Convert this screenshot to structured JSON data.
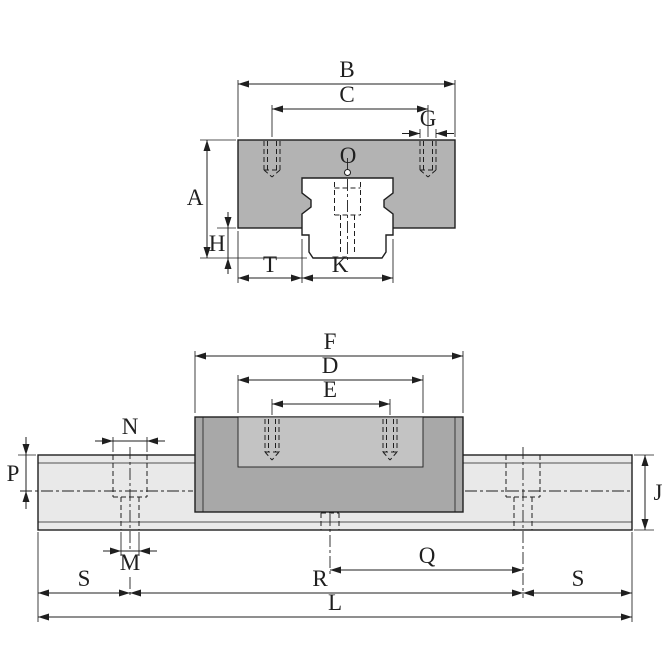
{
  "colors": {
    "line": "#1f1f1f",
    "background": "#ffffff",
    "block_fill": "#b3b3b3",
    "cavity_fill": "#ffffff",
    "rail_fill": "#e9e9e9",
    "carriage_fill": "#a8a8a8",
    "carriage_top_fill": "#c3c3c3"
  },
  "end_view": {
    "labels": {
      "B": "B",
      "C": "C",
      "G": "G",
      "A": "A",
      "H": "H",
      "T": "T",
      "K": "K",
      "O": "O"
    }
  },
  "side_view": {
    "labels": {
      "F": "F",
      "D": "D",
      "E": "E",
      "N": "N",
      "P": "P",
      "J": "J",
      "M": "M",
      "Q": "Q",
      "R": "R",
      "L": "L",
      "S_left": "S",
      "S_right": "S"
    }
  }
}
